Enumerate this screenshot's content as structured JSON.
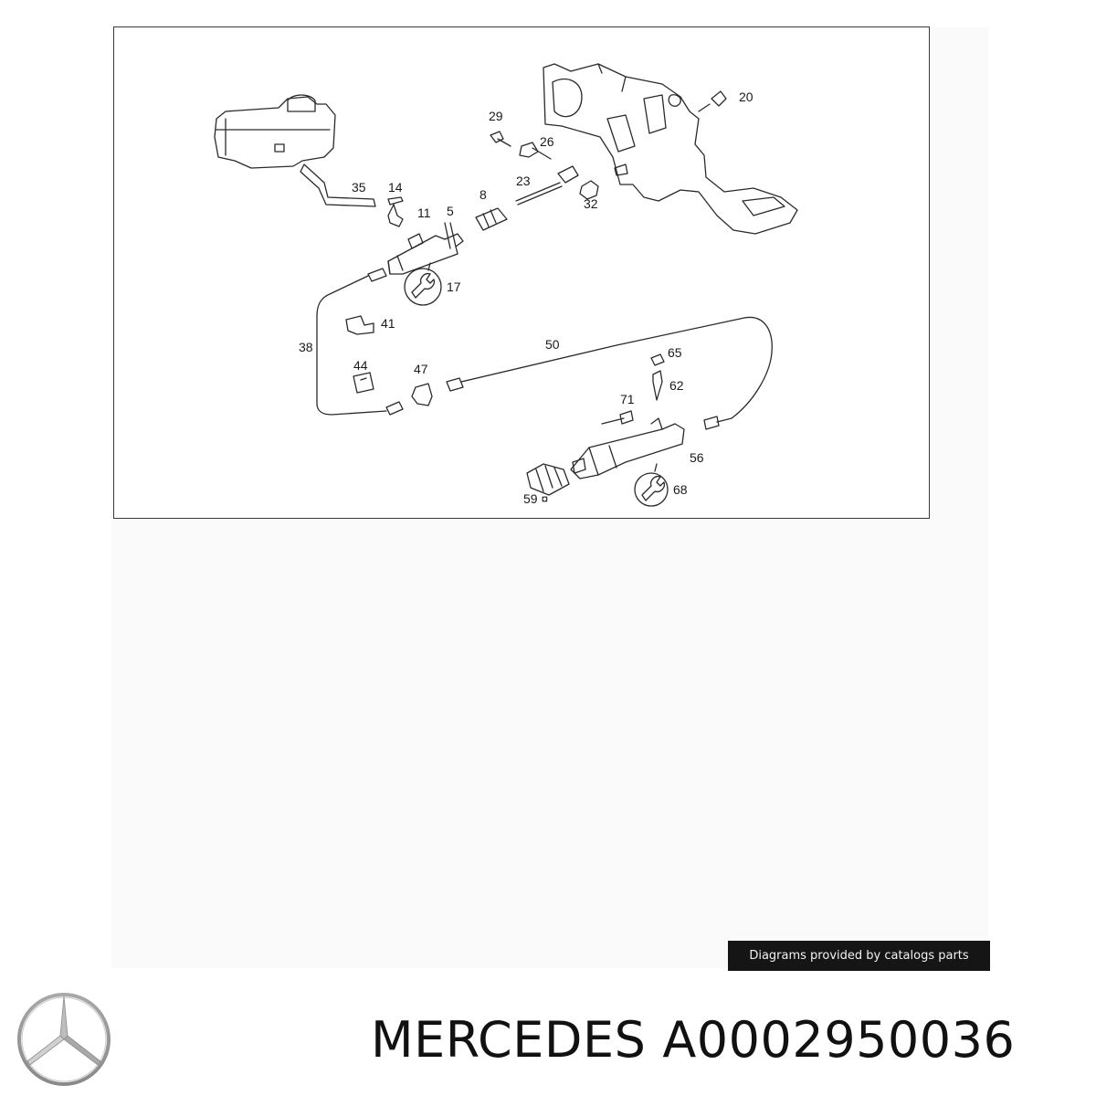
{
  "diagram": {
    "callouts": {
      "c20": "20",
      "c29": "29",
      "c26": "26",
      "c35": "35",
      "c14": "14",
      "c23": "23",
      "c8": "8",
      "c11": "11",
      "c5": "5",
      "c32": "32",
      "c17": "17",
      "c41": "41",
      "c38": "38",
      "c50": "50",
      "c65": "65",
      "c44": "44",
      "c47": "47",
      "c62": "62",
      "c71": "71",
      "c56": "56",
      "c59": "59 ¤",
      "c68": "68"
    }
  },
  "credit": {
    "text": "Diagrams provided by catalogs parts"
  },
  "product": {
    "brand": "MERCEDES",
    "part_number": "A0002950036"
  },
  "colors": {
    "line": "#2a2a2a",
    "credit_bg": "#151515",
    "credit_text": "#f2f2f2",
    "title_text": "#111111"
  },
  "icons": {
    "brand": "mercedes-star-logo",
    "tool": "wrench-icon"
  }
}
